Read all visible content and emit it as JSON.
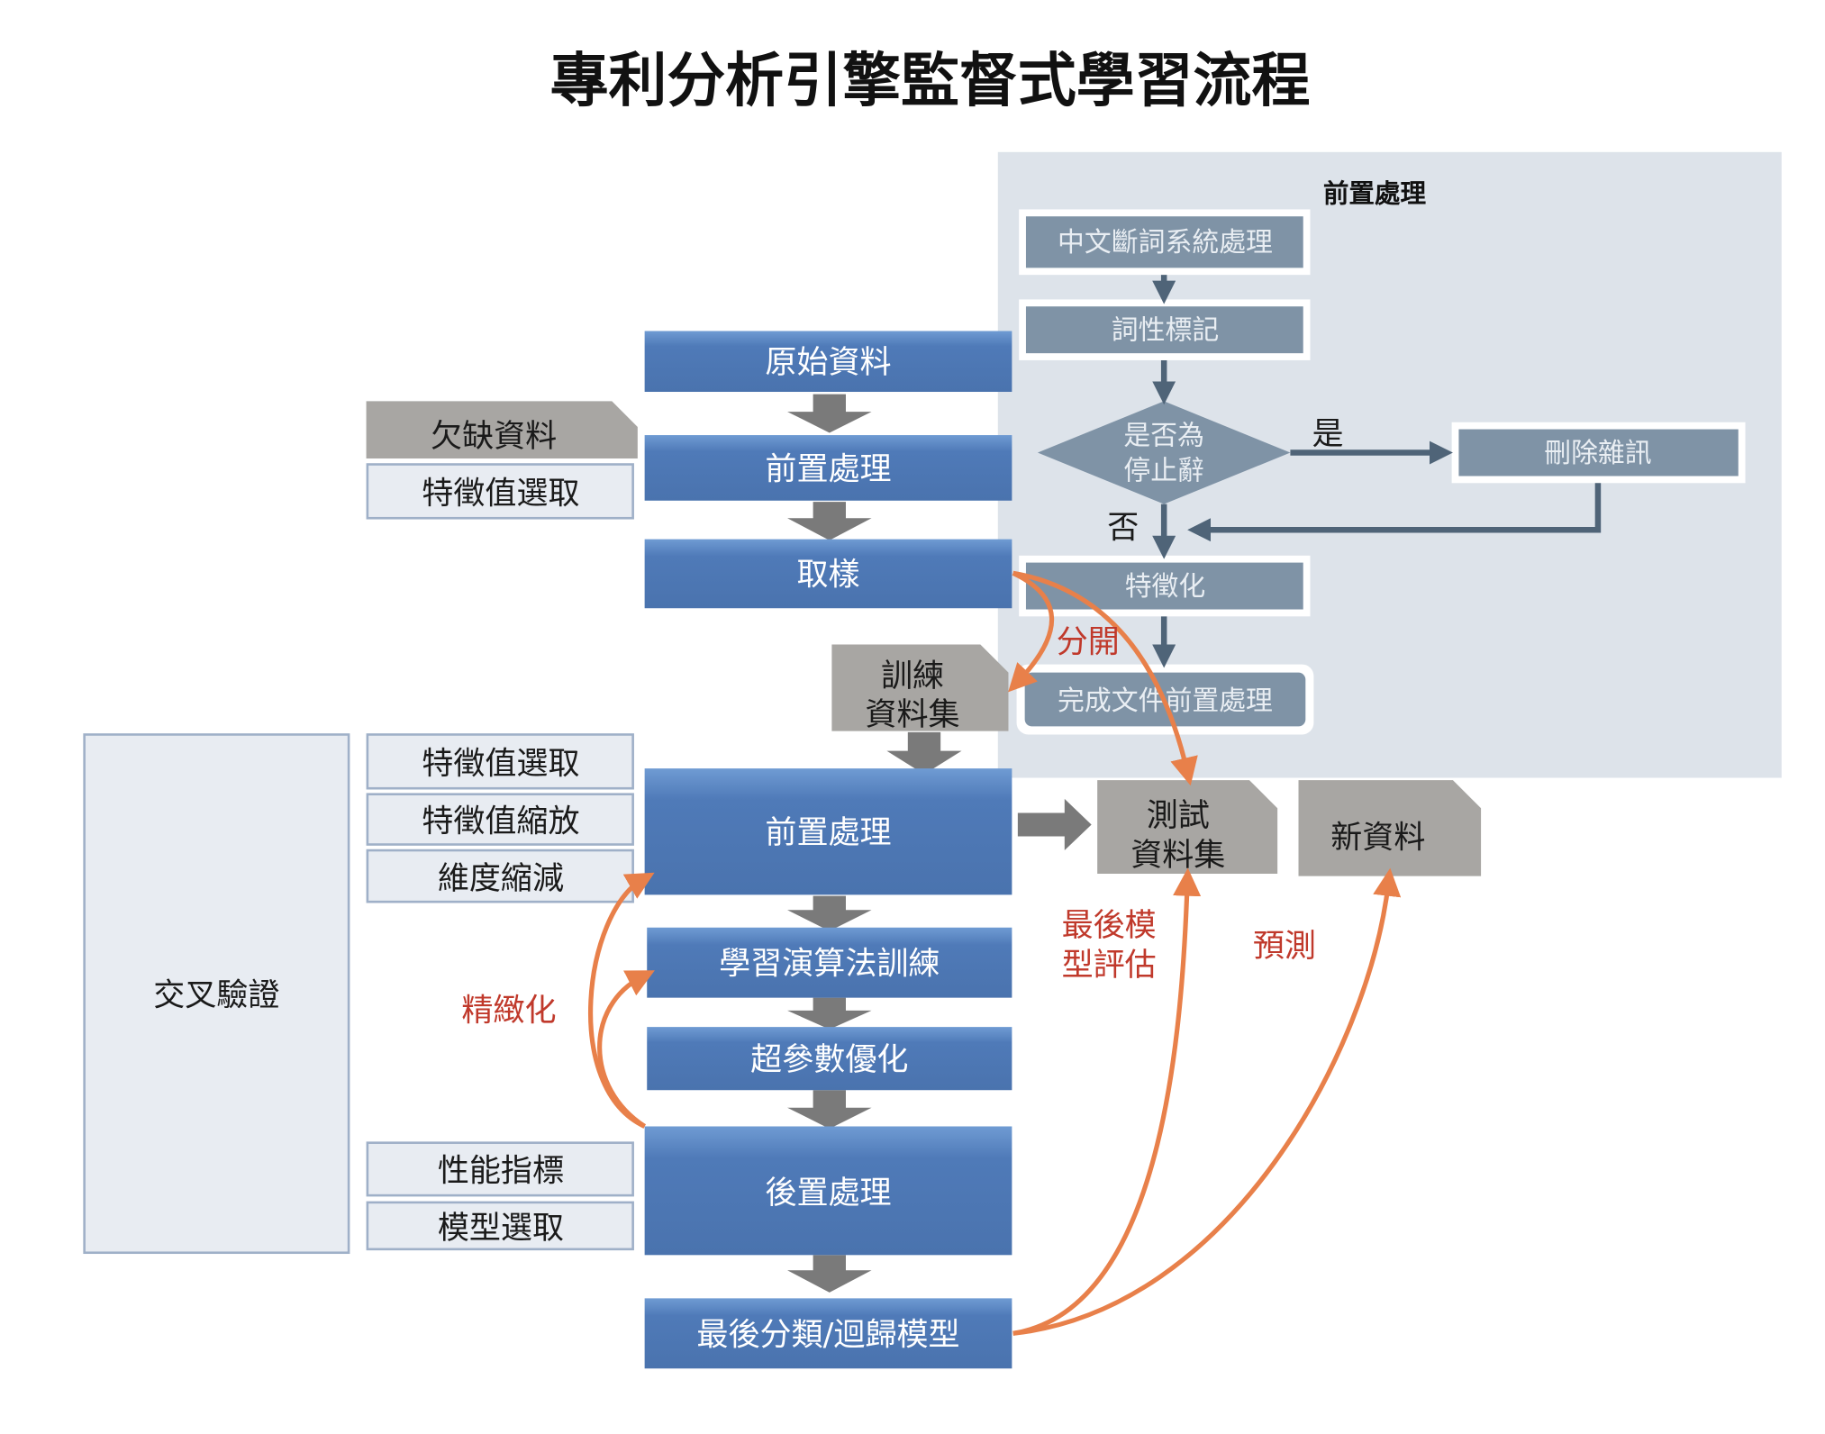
{
  "title": "專利分析引擎監督式學習流程",
  "colors": {
    "blue_box": "#4f7ab8",
    "gray_box": "#7f93a6",
    "panel": "#dde3ea",
    "document": "#a8a6a3",
    "light_box": "#e8ecf2",
    "arrow_orange": "#e8804a",
    "label_red": "#c0392b"
  },
  "preprocess_panel": {
    "heading": "前置處理",
    "steps": [
      "中文斷詞系統處理",
      "詞性標記",
      "刪除雜訊",
      "特徵化",
      "完成文件前置處理"
    ],
    "decision": {
      "line1": "是否為",
      "line2": "停止辭"
    },
    "yes_label": "是",
    "no_label": "否"
  },
  "main_flow": [
    "原始資料",
    "前置處理",
    "取樣",
    "前置處理",
    "學習演算法訓練",
    "超參數優化",
    "後置處理",
    "最後分類/迴歸模型"
  ],
  "documents": {
    "missing": "欠缺資料",
    "train": {
      "line1": "訓練",
      "line2": "資料集"
    },
    "test": {
      "line1": "測試",
      "line2": "資料集"
    },
    "new": "新資料"
  },
  "side_boxes": {
    "top_feature_select": "特徵值選取",
    "feature_select": "特徵值選取",
    "feature_scaling": "特徵值縮放",
    "dim_reduction": "維度縮減",
    "metrics": "性能指標",
    "model_select": "模型選取",
    "cross_validation": "交叉驗證"
  },
  "annotations": {
    "split": "分開",
    "refine": "精緻化",
    "final_eval": {
      "line1": "最後模",
      "line2": "型評估"
    },
    "predict": "預測"
  }
}
